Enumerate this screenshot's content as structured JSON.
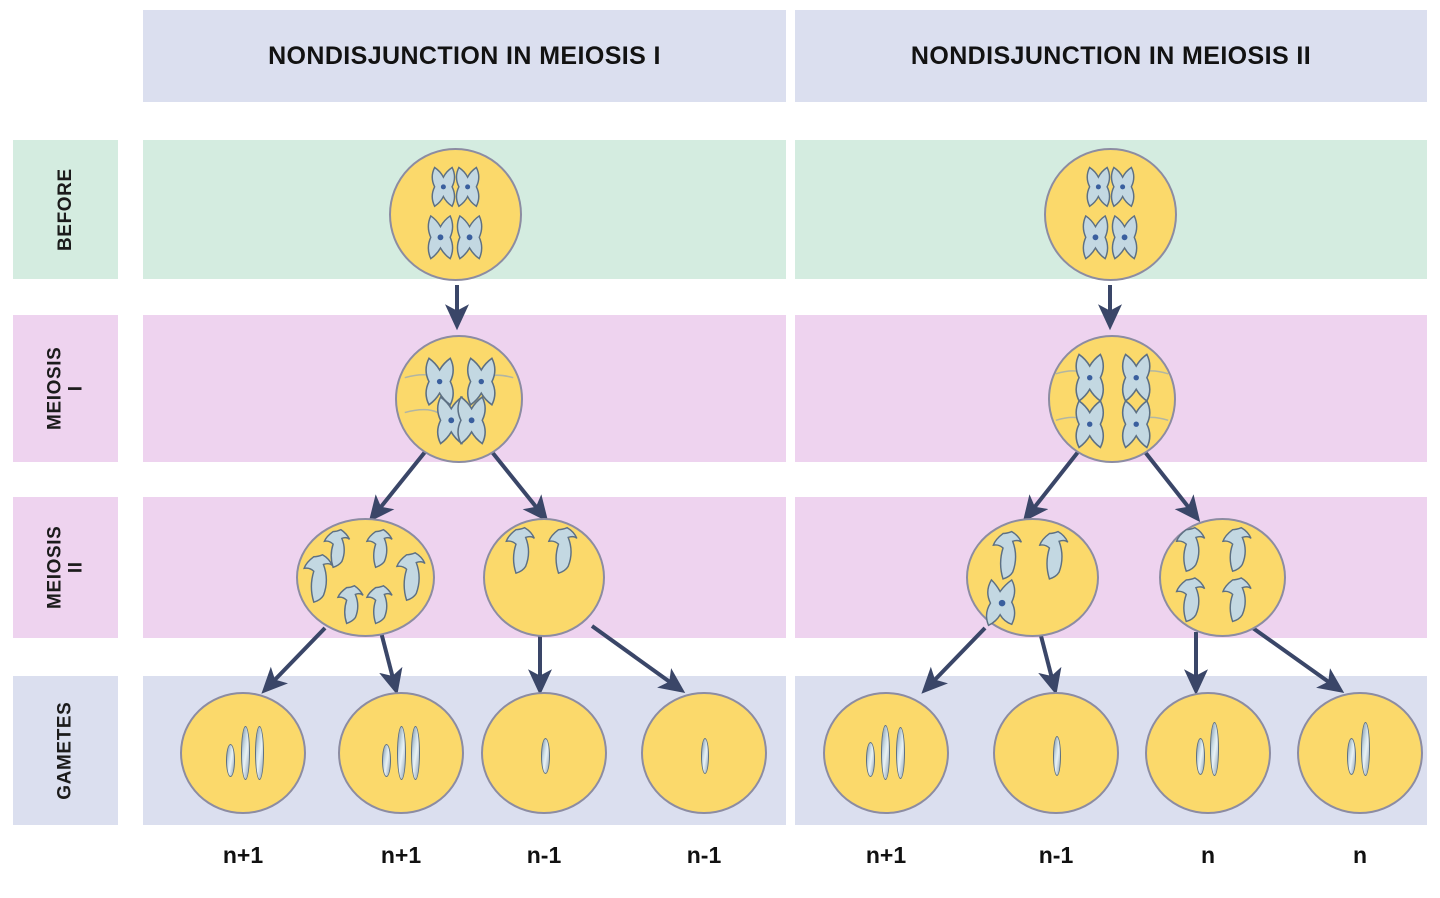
{
  "diagram": {
    "title": "Nondisjunction in Meiosis",
    "palette": {
      "header_band": "#dbdfef",
      "before_band": "#d4ece0",
      "meiosis_band": "#eed3ef",
      "gametes_band": "#dbdfef",
      "cell_fill": "#fbd96b",
      "cell_stroke": "#8c8ca2",
      "chromosome_fill": "#bcd4e0",
      "chromosome_stroke": "#5d7083",
      "arrow": "#3a4668",
      "text": "#111111"
    }
  },
  "headers": [
    {
      "id": "header-meiosis-i",
      "label": "NONDISJUNCTION IN MEIOSIS I"
    },
    {
      "id": "header-meiosis-ii",
      "label": "NONDISJUNCTION IN MEIOSIS II"
    }
  ],
  "row_labels": [
    {
      "id": "row-before",
      "label": "BEFORE",
      "color": "#d4ece0"
    },
    {
      "id": "row-meiosis-i",
      "label": "MEIOSIS\nI",
      "line1": "MEIOSIS",
      "line2": "I",
      "color": "#eed3ef"
    },
    {
      "id": "row-meiosis-ii",
      "label": "MEIOSIS\nII",
      "line1": "MEIOSIS",
      "line2": "II",
      "color": "#eed3ef"
    },
    {
      "id": "row-gametes",
      "label": "GAMETES",
      "color": "#dbdfef"
    }
  ],
  "panels": [
    {
      "id": "panel-meiosis-i",
      "title": "NONDISJUNCTION IN MEIOSIS I",
      "before": {
        "chromosome_pairs": 2,
        "description": "diploid cell with two duplicated homologous pairs"
      },
      "meiosis_i": {
        "description": "homologous pair fails to separate; both homologs move to one pole"
      },
      "meiosis_ii_cells": [
        {
          "id": "m2-cell-1",
          "chromosomes": 6
        },
        {
          "id": "m2-cell-2",
          "chromosomes": 2
        }
      ],
      "gametes": [
        {
          "id": "gamete-1",
          "ploidy": "n+1",
          "chromosomes": 3
        },
        {
          "id": "gamete-2",
          "ploidy": "n+1",
          "chromosomes": 3
        },
        {
          "id": "gamete-3",
          "ploidy": "n-1",
          "chromosomes": 1
        },
        {
          "id": "gamete-4",
          "ploidy": "n-1",
          "chromosomes": 1
        }
      ]
    },
    {
      "id": "panel-meiosis-ii",
      "title": "NONDISJUNCTION IN MEIOSIS II",
      "before": {
        "chromosome_pairs": 2,
        "description": "diploid cell with two duplicated homologous pairs"
      },
      "meiosis_i": {
        "description": "homologs separate normally into two groups"
      },
      "meiosis_ii_cells": [
        {
          "id": "m2-cell-1",
          "chromosomes": 3
        },
        {
          "id": "m2-cell-2",
          "chromosomes": 4
        }
      ],
      "gametes": [
        {
          "id": "gamete-1",
          "ploidy": "n+1",
          "chromosomes": 3
        },
        {
          "id": "gamete-2",
          "ploidy": "n-1",
          "chromosomes": 1
        },
        {
          "id": "gamete-3",
          "ploidy": "n",
          "chromosomes": 2
        },
        {
          "id": "gamete-4",
          "ploidy": "n",
          "chromosomes": 2
        }
      ]
    }
  ]
}
